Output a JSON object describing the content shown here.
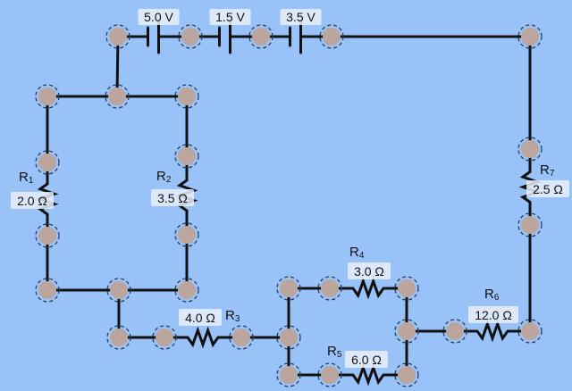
{
  "colors": {
    "background": "#99c2f9",
    "wire": "#111111",
    "node": "#bca59c",
    "node_ring": "#2a3f5a",
    "label_bg": "#e8f0fb"
  },
  "batteries": [
    {
      "id": "b1",
      "label": "5.0 V"
    },
    {
      "id": "b2",
      "label": "1.5 V"
    },
    {
      "id": "b3",
      "label": "3.5 V"
    }
  ],
  "resistors": [
    {
      "id": "R1",
      "name": "R",
      "sub": "1",
      "value": "2.0 Ω"
    },
    {
      "id": "R2",
      "name": "R",
      "sub": "2",
      "value": "3.5 Ω"
    },
    {
      "id": "R3",
      "name": "R",
      "sub": "3",
      "value": "4.0 Ω"
    },
    {
      "id": "R4",
      "name": "R",
      "sub": "4",
      "value": "3.0 Ω"
    },
    {
      "id": "R5",
      "name": "R",
      "sub": "5",
      "value": "6.0 Ω"
    },
    {
      "id": "R6",
      "name": "R",
      "sub": "6",
      "value": "12.0 Ω"
    },
    {
      "id": "R7",
      "name": "R",
      "sub": "7",
      "value": "2.5 Ω"
    }
  ]
}
